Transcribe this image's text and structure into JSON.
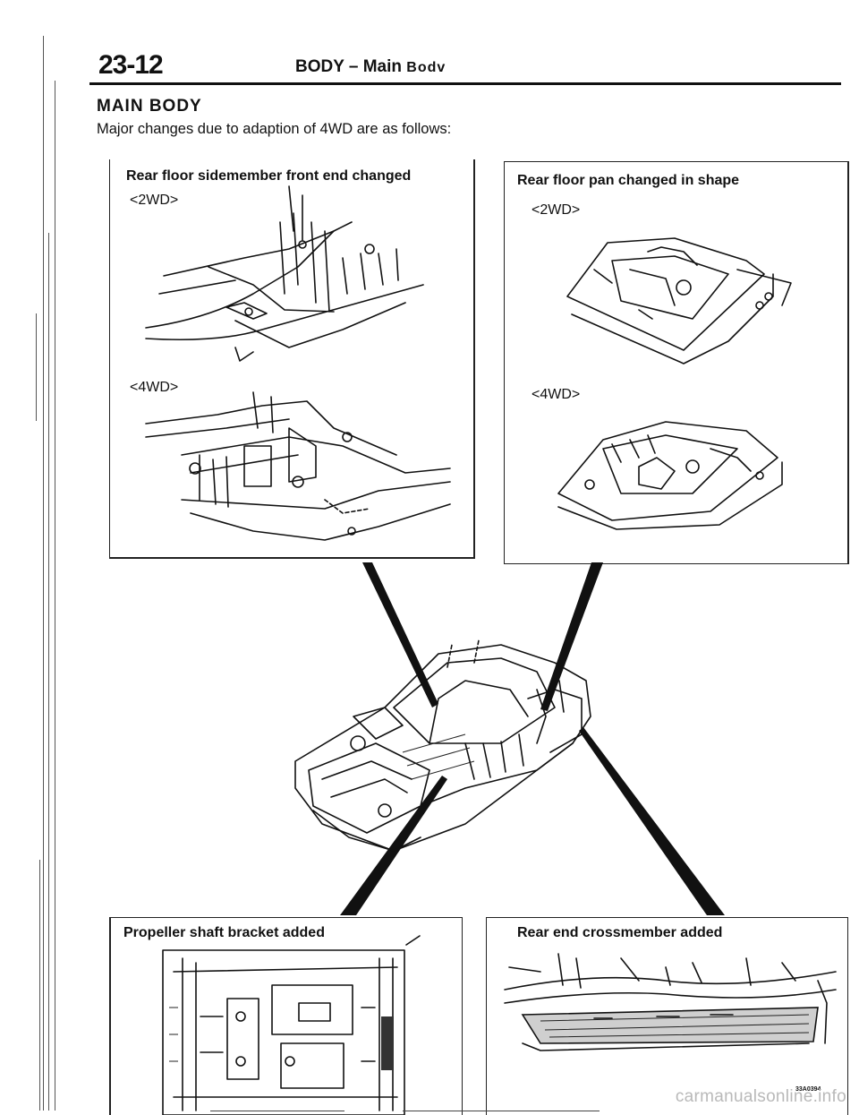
{
  "header": {
    "page_number": "23-12",
    "section": "BODY",
    "dash": "–",
    "subsection": "Main",
    "subsection_tail": "Bodv"
  },
  "heading": "MAIN BODY",
  "intro": "Major changes due to adaption of 4WD are as follows:",
  "panels": {
    "sidemember": {
      "title": "Rear floor sidemember front end changed",
      "variant_a": "<2WD>",
      "variant_b": "<4WD>"
    },
    "floorpan": {
      "title": "Rear floor pan changed in shape",
      "variant_a": "<2WD>",
      "variant_b": "<4WD>"
    },
    "propshaft": {
      "title": "Propeller shaft bracket added"
    },
    "crossmember": {
      "title": "Rear end crossmember added"
    }
  },
  "figure_code": "33A0394",
  "watermark": "carmanualsonline.info"
}
